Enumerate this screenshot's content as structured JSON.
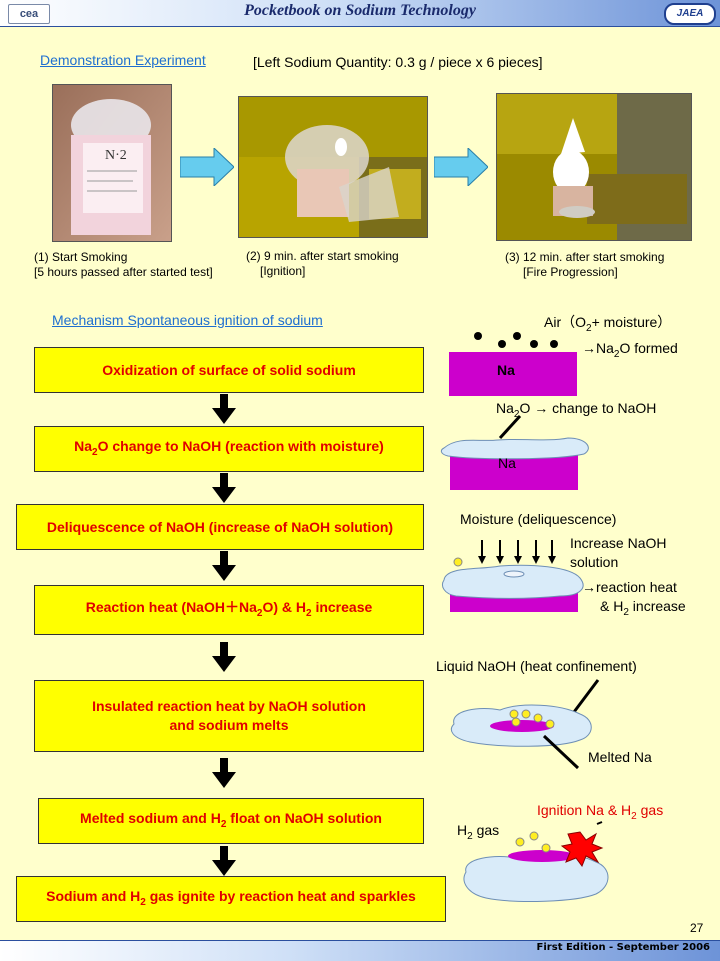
{
  "header": {
    "title": "Pocketbook on Sodium Technology",
    "logo_left": "cea",
    "logo_right": "JAEA"
  },
  "demo": {
    "title": "Demonstration Experiment",
    "subtitle": "[Left Sodium Quantity: 0.3 g / piece x 6 pieces]",
    "captions": [
      {
        "line1": "(1) Start Smoking",
        "line2": "[5 hours passed after started test]"
      },
      {
        "line1": "(2) 9 min. after start smoking",
        "line2": "[Ignition]"
      },
      {
        "line1": "(3) 12 min. after start smoking",
        "line2": "[Fire Progression]"
      }
    ]
  },
  "mechanism": {
    "title": "Mechanism Spontaneous ignition of sodium",
    "steps": [
      {
        "a": "Oxidization of surface of solid sodium"
      },
      {
        "a": "Na",
        "sub": "2",
        "b": "O change to NaOH (reaction with moisture)"
      },
      {
        "a": "Deliquescence of NaOH (increase of NaOH solution)"
      },
      {
        "a": "Reaction heat (NaOH＋Na",
        "sub": "2",
        "b": "O) & H",
        "sub2": "2",
        "c": " increase"
      },
      {
        "a": "Insulated reaction heat by NaOH solution",
        "line2": "and sodium melts"
      },
      {
        "a": "Melted sodium and H",
        "sub": "2",
        "b": " float on NaOH solution"
      },
      {
        "a": "Sodium and H",
        "sub": "2",
        "b": " gas ignite by reaction heat and sparkles"
      }
    ]
  },
  "diagrams": {
    "d1_air": "Air（O",
    "d1_air_sub": "2",
    "d1_air_end": "+ moisture）",
    "d1_formed": "→Na",
    "d1_formed_sub": "2",
    "d1_formed_end": "O formed",
    "na": "Na",
    "d2_label": "Na",
    "d2_label_sub": "2",
    "d2_label_end": "O → change to NaOH",
    "d3_moisture": "Moisture (deliquescence)",
    "d3_increase1": "Increase NaOH",
    "d3_increase2": "solution",
    "d3_heat1": "→reaction heat",
    "d3_heat2a": "& H",
    "d3_heat2_sub": "2",
    "d3_heat2b": " increase",
    "d4_liquid": "Liquid NaOH (heat confinement)",
    "d4_melted": "Melted Na",
    "d5_ignition_a": "Ignition Na & H",
    "d5_ignition_sub": "2",
    "d5_ignition_b": " gas",
    "d5_h2_a": "H",
    "d5_h2_sub": "2",
    "d5_h2_b": " gas"
  },
  "footer": {
    "page": "27",
    "edition": "First Edition - September 2006"
  },
  "colors": {
    "background": "#FFFFCC",
    "step_fill": "#FFFF00",
    "step_text": "#E00000",
    "sodium": "#CC00CC",
    "link_blue": "#1F6FD0"
  }
}
